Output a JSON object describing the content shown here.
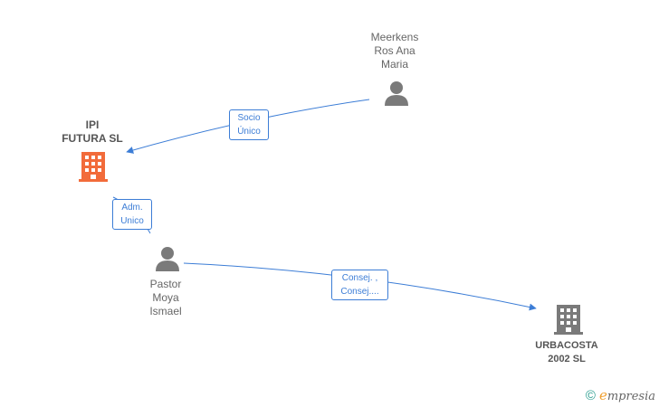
{
  "nodes": {
    "ipi": {
      "label": "IPI\nFUTURA  SL",
      "type": "company",
      "color": "#f26b3a"
    },
    "meerkens": {
      "label": "Meerkens\nRos Ana\nMaria",
      "type": "person",
      "color": "#7a7a7a"
    },
    "pastor": {
      "label": "Pastor\nMoya\nIsmael",
      "type": "person",
      "color": "#7a7a7a"
    },
    "urbacosta": {
      "label": "URBACOSTA\n2002 SL",
      "type": "company",
      "color": "#7a7a7a"
    }
  },
  "edges": {
    "socio": {
      "label": "Socio\nÚnico"
    },
    "adm": {
      "label": "Adm.\nUnico"
    },
    "consej": {
      "label": "Consej. ,\nConsej...."
    }
  },
  "colors": {
    "edge": "#3c7dd6"
  },
  "brand": {
    "copyright": "©",
    "e": "e",
    "rest": "mpresia"
  }
}
